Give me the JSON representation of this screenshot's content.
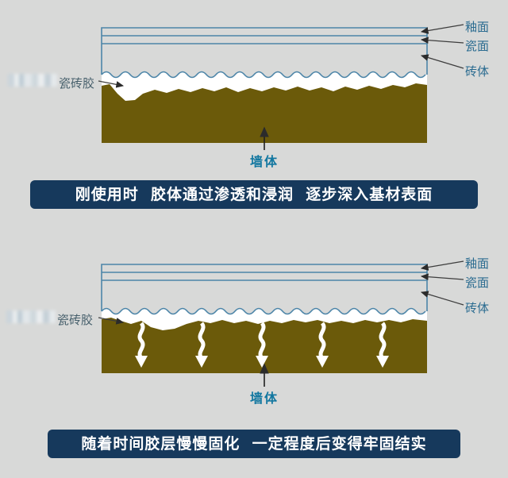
{
  "page": {
    "background": "#d8d9d8"
  },
  "colors": {
    "tile_outline": "#4c85a8",
    "adhesive_fill": "#ffffff",
    "wall_fill": "#6b5a0a",
    "caption_bg": "#16395c",
    "caption_text": "#ffffff",
    "layer_label_text": "#2a6b90",
    "wall_label_text": "#1277a0",
    "adhesive_label_text": "#47606c",
    "leader_line": "#3d3d3d"
  },
  "icons": {
    "wall_pointer": "up-arrow",
    "penetration_arrow": "wavy-down-arrow",
    "leader_pointer": "small-arrowhead"
  },
  "panel1": {
    "labels": {
      "glaze": "釉面",
      "porcelain": "瓷面",
      "tile_body": "砖体",
      "adhesive": "瓷砖胶",
      "wall": "墙体"
    },
    "caption": "刚使用时  胶体通过渗透和浸润  逐步深入基材表面"
  },
  "panel2": {
    "labels": {
      "glaze": "釉面",
      "porcelain": "瓷面",
      "tile_body": "砖体",
      "adhesive": "瓷砖胶",
      "wall": "墙体"
    },
    "caption": "随着时间胶层慢慢固化  一定程度后变得牢固结实",
    "penetration_arrow_count": 5
  }
}
